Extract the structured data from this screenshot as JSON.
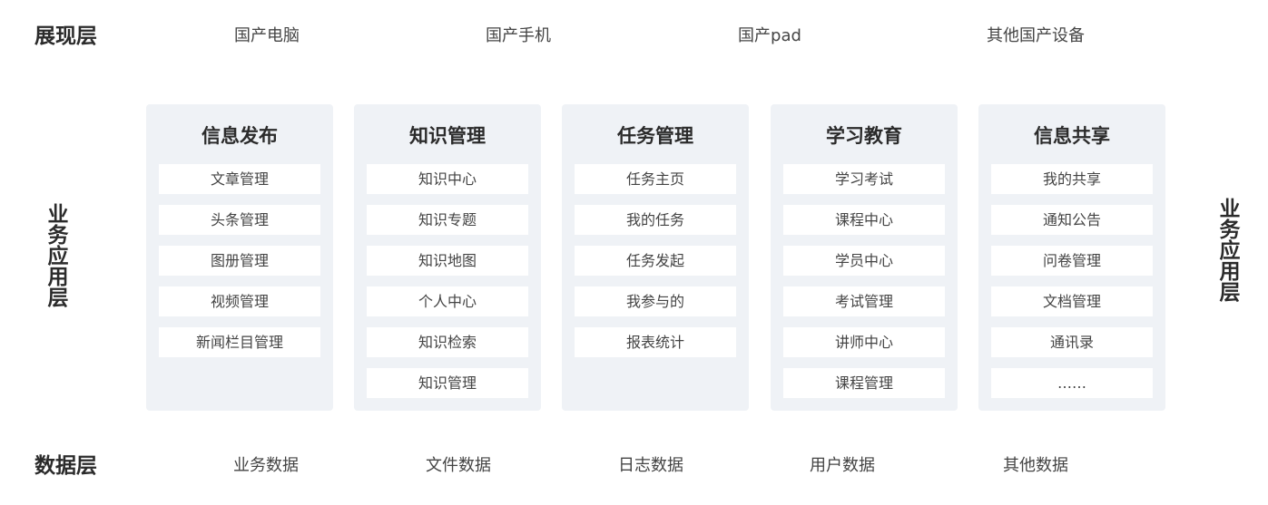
{
  "presentation_layer": {
    "label": "展现层",
    "devices": [
      "国产电脑",
      "国产手机",
      "国产pad",
      "其他国产设备"
    ]
  },
  "business_layer": {
    "label_left": "业务应用层",
    "label_right": "业务应用层",
    "modules": [
      {
        "title": "信息发布",
        "items": [
          "文章管理",
          "头条管理",
          "图册管理",
          "视频管理",
          "新闻栏目管理"
        ]
      },
      {
        "title": "知识管理",
        "items": [
          "知识中心",
          "知识专题",
          "知识地图",
          "个人中心",
          "知识检索",
          "知识管理"
        ]
      },
      {
        "title": "任务管理",
        "items": [
          "任务主页",
          "我的任务",
          "任务发起",
          "我参与的",
          "报表统计"
        ]
      },
      {
        "title": "学习教育",
        "items": [
          "学习考试",
          "课程中心",
          "学员中心",
          "考试管理",
          "讲师中心",
          "课程管理"
        ]
      },
      {
        "title": "信息共享",
        "items": [
          "我的共享",
          "通知公告",
          "问卷管理",
          "文档管理",
          "通讯录",
          "……"
        ]
      }
    ]
  },
  "data_layer": {
    "label": "数据层",
    "items": [
      "业务数据",
      "文件数据",
      "日志数据",
      "用户数据",
      "其他数据"
    ]
  }
}
